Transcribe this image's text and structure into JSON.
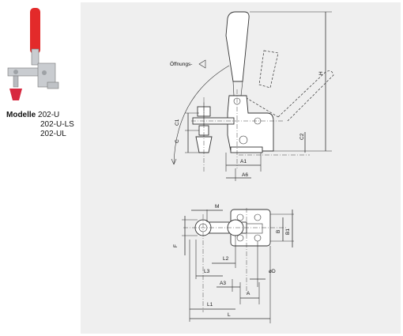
{
  "product": {
    "models_label": "Modelle",
    "models": [
      "202-U",
      "202-U-LS",
      "202-UL"
    ]
  },
  "drawing": {
    "background": "#efefef",
    "opening_label": "Öffnungs-",
    "dimensions": {
      "H": "H",
      "C1": "C1",
      "C": "C",
      "C2": "C2",
      "A1": "A1",
      "A6": "A6",
      "M": "M",
      "F": "F",
      "B": "B",
      "B1": "B1",
      "L2": "L2",
      "L3": "L3",
      "D": "øD",
      "A3": "A3",
      "A": "A",
      "L1": "L1",
      "L": "L"
    }
  },
  "colors": {
    "handle_red": "#e32a2a",
    "spindle_red": "#d7283f",
    "steel": "#c9ccd0"
  }
}
